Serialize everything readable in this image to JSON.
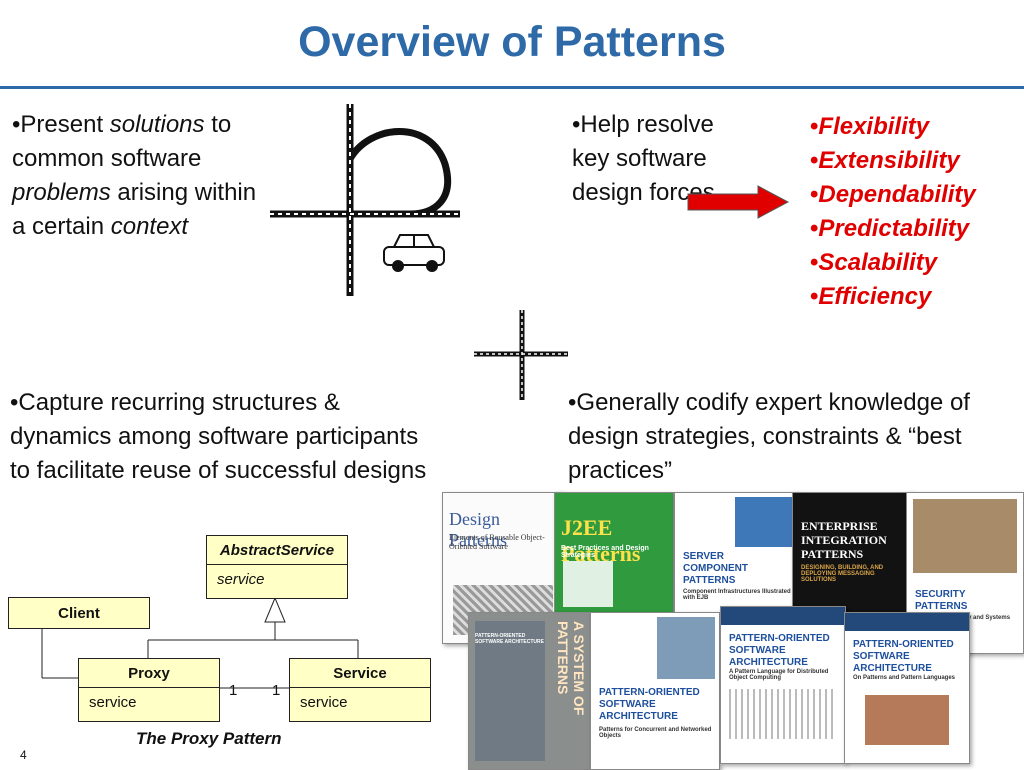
{
  "title": "Overview of Patterns",
  "colors": {
    "title": "#2e6aa7",
    "forces": "#e00000",
    "uml_fill": "#ffffc6",
    "arrow": "#e00000"
  },
  "top_left": {
    "bullet": "•",
    "segments": [
      {
        "text": "Present ",
        "italic": false
      },
      {
        "text": "solutions",
        "italic": true
      },
      {
        "text": " to common software ",
        "italic": false
      },
      {
        "text": "problems",
        "italic": true
      },
      {
        "text": " arising within a certain ",
        "italic": false
      },
      {
        "text": "context",
        "italic": true
      }
    ]
  },
  "top_right": {
    "bullet": "•",
    "text": "Help resolve key software design forces"
  },
  "forces": {
    "bullet": "•",
    "items": [
      "Flexibility",
      "Extensibility",
      "Dependability",
      "Predictability",
      "Scalability",
      "Efficiency"
    ]
  },
  "bottom_left": {
    "bullet": "•",
    "text": "Capture recurring structures & dynamics among software participants to facilitate reuse of successful designs"
  },
  "bottom_right": {
    "bullet": "•",
    "text": "Generally codify expert knowledge of design strategies, constraints & “best practices”"
  },
  "uml": {
    "abstract_service": {
      "name": "AbstractService",
      "op": "service"
    },
    "client": {
      "name": "Client"
    },
    "proxy": {
      "name": "Proxy",
      "op": "service"
    },
    "service": {
      "name": "Service",
      "op": "service"
    },
    "mult_left": "1",
    "mult_right": "1",
    "caption": "The Proxy Pattern"
  },
  "books": [
    {
      "title": "Design Patterns",
      "subtitle": "Elements of Reusable Object-Oriented Software"
    },
    {
      "title": "J2EE Patterns",
      "subtitle": "Best Practices and Design Strategies"
    },
    {
      "title": "SERVER COMPONENT PATTERNS",
      "subtitle": "Component Infrastructures Illustrated with EJB"
    },
    {
      "title": "ENTERPRISE INTEGRATION PATTERNS",
      "subtitle": "DESIGNING, BUILDING, AND DEPLOYING MESSAGING SOLUTIONS"
    },
    {
      "title": "SECURITY PATTERNS",
      "subtitle": "Integrating Security and Systems Engineering"
    },
    {
      "title": "A SYSTEM OF PATTERNS",
      "subtitle": "PATTERN-ORIENTED SOFTWARE ARCHITECTURE"
    },
    {
      "title": "PATTERN-ORIENTED SOFTWARE ARCHITECTURE",
      "subtitle": "Patterns for Concurrent and Networked Objects"
    },
    {
      "title": "PATTERN-ORIENTED SOFTWARE ARCHITECTURE",
      "subtitle": "A Pattern Language for Distributed Object Computing"
    },
    {
      "title": "PATTERN-ORIENTED SOFTWARE ARCHITECTURE",
      "subtitle": "On Patterns and Pattern Languages"
    }
  ],
  "page_number": "4"
}
